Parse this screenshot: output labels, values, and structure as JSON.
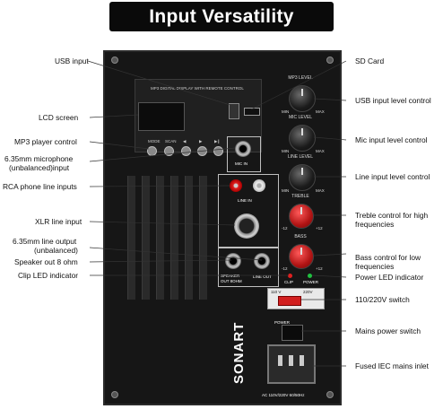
{
  "title": "Input Versatility",
  "callouts_left": [
    "USB input",
    "LCD screen",
    "MP3 player control",
    "6.35mm microphone",
    "(unbalanced)input",
    "RCA phone line inputs",
    "XLR line input",
    "6.35mm line output",
    "(unbalanced)",
    "Speaker out 8 ohm",
    "Clip LED indicator"
  ],
  "callouts_right": [
    "SD Card",
    "USB input level control",
    "Mic input level control",
    "Line input level control",
    "Treble control for high",
    "frequencies",
    "Bass control for low",
    "frequencies",
    "Power LED indicator",
    "110/220V switch",
    "Mains power switch",
    "Fused IEC mains inlet"
  ],
  "panel": {
    "board_title": "MP3 DIGITAL DISPLAY WITH REMOTE CONTROL",
    "mode_buttons": [
      "MODE",
      "SCAN",
      "◀",
      "▶",
      "▶∥"
    ],
    "mic_in": "MIC IN",
    "line_in": "LINE IN",
    "speaker_out": "SPEAKER",
    "speaker_out_2": "OUT 8OHM",
    "line_out": "LINE OUT",
    "mp3_level": "MP3 LEVEL",
    "mic_level": "MIC LEVEL",
    "line_level": "LINE LEVEL",
    "treble": "TREBLE",
    "bass": "BASS",
    "min": "MIN",
    "max": "MAX",
    "minus12": "-12",
    "plus12": "+12",
    "clip": "CLIP",
    "power_led": "POWER",
    "v110": "110 V",
    "v220": "220V",
    "power_switch": "POWER",
    "brand": "SONART",
    "mains_rating": "AC 110V/220V 60/50Hz"
  }
}
